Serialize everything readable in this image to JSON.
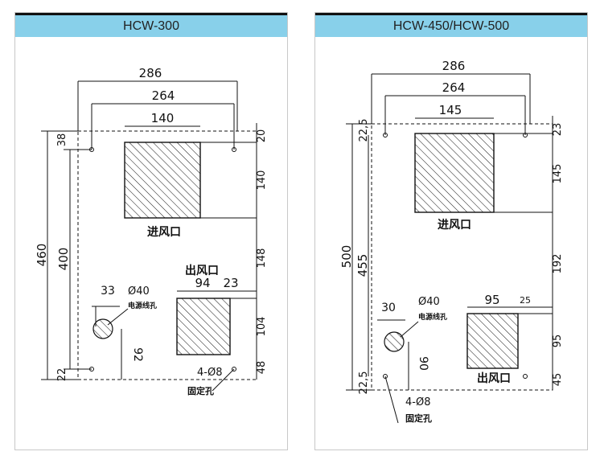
{
  "left": {
    "title": "HCW-300",
    "widths": {
      "outer": "286",
      "holes": "264",
      "inlet": "140",
      "outlet": "94",
      "outlet_gap": "23",
      "cable_offset": "33"
    },
    "heights": {
      "total": "460",
      "holes": "400",
      "top_margin": "38",
      "bottom_margin": "22",
      "r_top": "20",
      "r_inlet": "140",
      "r_mid": "148",
      "r_outlet": "104",
      "r_bottom": "48",
      "cable_height": "92"
    },
    "inlet_label": "进风口",
    "outlet_label": "出风口",
    "cable_dia": "Ø40",
    "cable_label": "电源线孔",
    "fix_holes": "4-Ø8",
    "fix_label": "固定孔"
  },
  "right": {
    "title": "HCW-450/HCW-500",
    "widths": {
      "outer": "286",
      "holes": "264",
      "inlet": "145",
      "outlet": "95",
      "outlet_gap": "25",
      "cable_offset": "30"
    },
    "heights": {
      "total": "500",
      "holes": "455",
      "top_margin": "22,5",
      "bottom_margin": "22,5",
      "r_top": "23",
      "r_inlet": "145",
      "r_mid": "192",
      "r_outlet": "95",
      "r_bottom": "45",
      "cable_height": "90"
    },
    "inlet_label": "进风口",
    "outlet_label": "出风口",
    "cable_dia": "Ø40",
    "cable_label": "电源线孔",
    "fix_holes": "4-Ø8",
    "fix_label": "固定孔"
  }
}
